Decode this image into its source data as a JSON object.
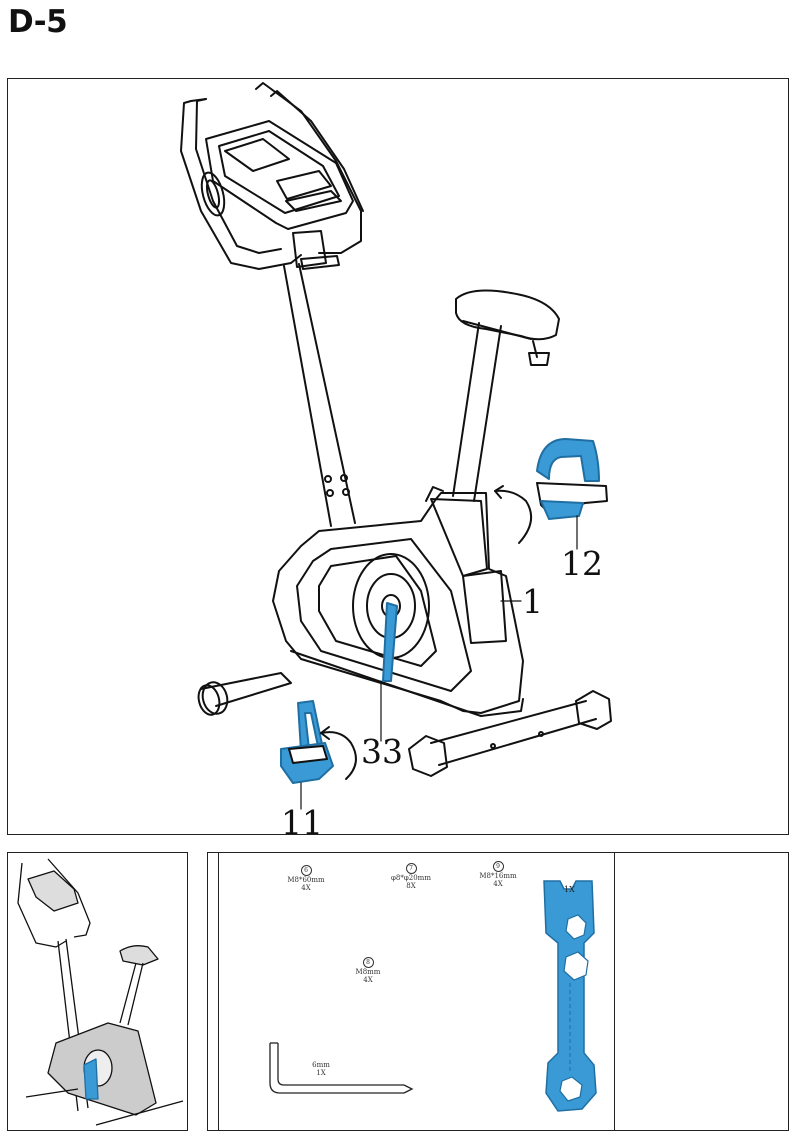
{
  "page": {
    "step": "D-5"
  },
  "main": {
    "callouts": [
      {
        "id": "12",
        "label": "12"
      },
      {
        "id": "1",
        "label": "1"
      },
      {
        "id": "33",
        "label": "33"
      },
      {
        "id": "11",
        "label": "11"
      }
    ]
  },
  "parts": {
    "items": [
      {
        "num": "6",
        "spec": "M8*60mm",
        "qty": "4X"
      },
      {
        "num": "7",
        "spec": "φ8*φ20mm",
        "qty": "8X"
      },
      {
        "num": "9",
        "spec": "M8*16mm",
        "qty": "4X"
      },
      {
        "num": "8",
        "spec": "M8mm",
        "qty": "4X"
      }
    ],
    "allen_key": {
      "spec": "6mm",
      "qty": "1X"
    },
    "wrench": {
      "qty": "1X"
    }
  },
  "colors": {
    "highlight": "#3a9ad6",
    "ink": "#111111"
  }
}
